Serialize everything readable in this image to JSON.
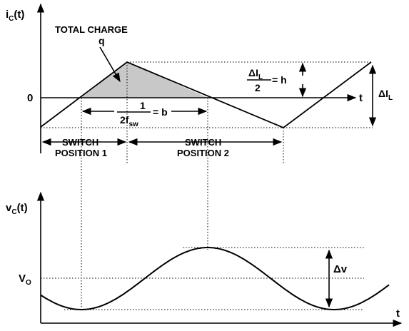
{
  "top_plot": {
    "y_label_main": "i",
    "y_label_sub": "C",
    "y_label_tail": "(t)",
    "zero_label": "0",
    "x_label": "t",
    "total_charge_title": "TOTAL CHARGE",
    "total_charge_symbol": "q",
    "b_numerator": "1",
    "b_denominator_main": "2f",
    "b_denominator_sub": "sw",
    "b_rhs": "= b",
    "h_numerator_main": "ΔI",
    "h_numerator_sub": "L",
    "h_denominator": "2",
    "h_rhs": "= h",
    "delta_il_main": "ΔI",
    "delta_il_sub": "L",
    "switch1_line1": "SWITCH",
    "switch1_line2": "POSITION 1",
    "switch2_line1": "SWITCH",
    "switch2_line2": "POSITION 2"
  },
  "bottom_plot": {
    "y_label_main": "v",
    "y_label_sub": "C",
    "y_label_tail": "(t)",
    "vo_main": "V",
    "vo_sub": "O",
    "delta_v": "Δv",
    "x_label": "t"
  },
  "colors": {
    "shade": "#c8c8c8",
    "line": "#000000"
  }
}
